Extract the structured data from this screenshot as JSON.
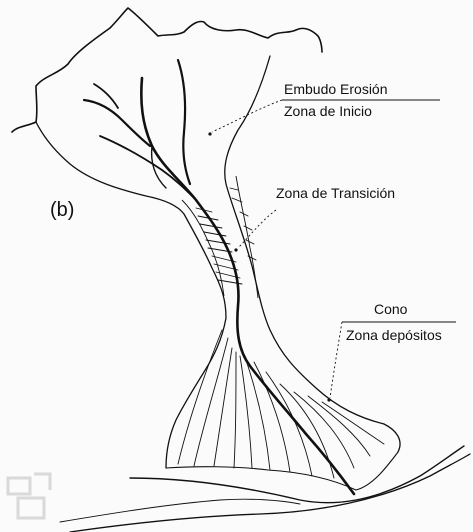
{
  "figure": {
    "panel_letter": "(b)",
    "labels": {
      "funnel_title": "Embudo Erosión",
      "funnel_subtitle": "Zona de Inicio",
      "transition": "Zona de Transición",
      "cone_title": "Cono",
      "cone_subtitle": "Zona depósitos"
    }
  },
  "colors": {
    "ink": "#111111",
    "paper": "#fbfbfb",
    "watermark": "#d9d9d9"
  }
}
